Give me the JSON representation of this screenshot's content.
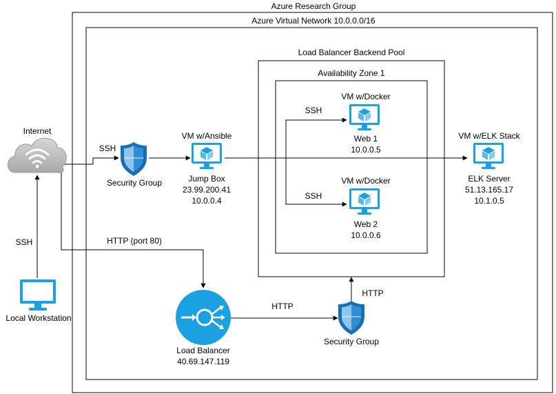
{
  "outer_group": {
    "label": "Azure Research Group"
  },
  "vnet": {
    "label": "Azure Virtual Network 10.0.0.0/16"
  },
  "backend_pool": {
    "label": "Load Balancer Backend Pool"
  },
  "availability_zone": {
    "label": "Availability Zone 1"
  },
  "internet": {
    "label": "Internet"
  },
  "local_workstation": {
    "label": "Local Workstation"
  },
  "security_group_ssh": {
    "label": "Security Group"
  },
  "security_group_http": {
    "label": "Security Group"
  },
  "jump_box": {
    "title": "VM w/Ansible",
    "name": "Jump Box",
    "public_ip": "23.99.200.41",
    "private_ip": "10.0.0.4"
  },
  "web1": {
    "title": "VM w/Docker",
    "name": "Web 1",
    "ip": "10.0.0.5"
  },
  "web2": {
    "title": "VM w/Docker",
    "name": "Web 2",
    "ip": "10.0.0.6"
  },
  "elk": {
    "title": "VM w/ELK Stack",
    "name": "ELK Server",
    "public_ip": "51.13.165.17",
    "private_ip": "10.1.0.5"
  },
  "load_balancer": {
    "name": "Load Balancer",
    "ip": "40.69.147.119"
  },
  "edges": {
    "workstation_to_internet": "SSH",
    "internet_to_sg": "SSH",
    "jump_to_web1": "SSH",
    "jump_to_web2": "SSH",
    "internet_to_lb": "HTTP (port 80)",
    "lb_to_sg": "HTTP",
    "sg_to_pool": "HTTP"
  },
  "colors": {
    "azure_blue": "#1ba1e2",
    "shield_dark": "#1a6fb4",
    "shield_light": "#8fc5ea",
    "cloud_grey": "#b5b5b5"
  }
}
